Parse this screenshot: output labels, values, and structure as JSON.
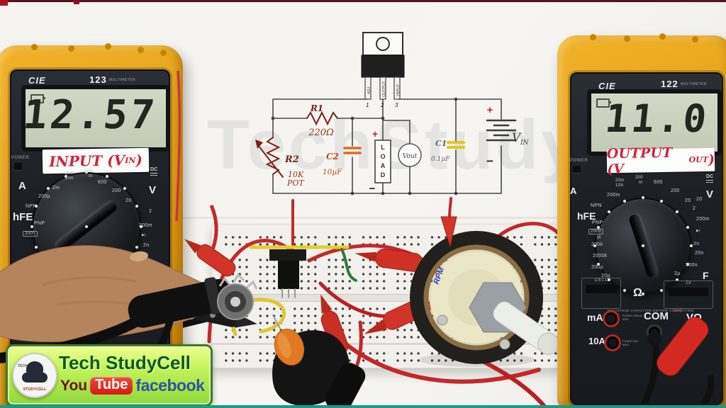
{
  "watermark": "TechStudy",
  "left_meter": {
    "brand": "CIE",
    "model": "123",
    "type": "MULTIMETER",
    "display": "12.57",
    "tag_pre": "INPUT (V",
    "tag_sub": "IN",
    "tag_post": ")",
    "power": "POWER",
    "dc": "DC",
    "amp": "A",
    "volt": "V",
    "hfe": "hFE",
    "dial": [
      "200µ",
      "2m",
      "20m",
      "10A",
      "200",
      "m",
      "600",
      "200",
      "20",
      "2",
      "200m",
      "▶|",
      "2n",
      "NPN",
      "PNP",
      "2000"
    ]
  },
  "right_meter": {
    "brand": "CIE",
    "model": "122",
    "type": "MULTIMETER",
    "display": "11.0",
    "tag_pre": "OUTPUT (V",
    "tag_sub": "OUT",
    "tag_post": ")",
    "power": "POWER",
    "dc": "DC",
    "amp": "A",
    "volt": "V",
    "hfe": "hFE",
    "farad": "F",
    "ohm": "Ω",
    "dial_top": [
      "20m",
      "10A",
      "200",
      "m",
      "600",
      "200",
      "20"
    ],
    "dial_left": [
      "200m",
      "NPN",
      "PNP",
      "2000",
      "M",
      "200k",
      "2000k",
      "200µ",
      "20µ"
    ],
    "dial_right": [
      "20",
      "2",
      "200m",
      "▶|",
      "2n",
      "20n",
      "200n",
      "2µ"
    ],
    "ebce": "E B C E",
    "cx": "Cx",
    "warning": "DISCHARGE CAPACITOR BEFORE CONNECTING",
    "jacks": {
      "ma": "mA",
      "a10": "10A",
      "com": "COM",
      "cat": "CAT",
      "vohm": "VΩ"
    },
    "fuse1": "FUSED 200mA MAX",
    "fuse2": "FUSED 10A MAX"
  },
  "diagram": {
    "r1": "R1",
    "r1_val": "220Ω",
    "r2": "R2",
    "r2_val1": "10K",
    "r2_val2": "POT",
    "c2": "C2",
    "c2_val": "10µF",
    "c1": "C1",
    "c1_val": "0.1µF",
    "load": [
      "L",
      "O",
      "A",
      "D"
    ],
    "load_plus": "+",
    "load_minus": "−",
    "vout": "Vout",
    "vin_v": "V",
    "vin_sub": "IN",
    "bat_plus": "+",
    "bat_minus": "−",
    "pins": {
      "n1": "1",
      "n2": "2",
      "n3": "3",
      "adj": "ADJ",
      "out": "OUTPUT",
      "inp": "INPUT"
    }
  },
  "motor": {
    "label": "RPM"
  },
  "banner": {
    "title": "Tech StudyCell",
    "you": "You",
    "tube": "Tube",
    "facebook": "facebook",
    "badge_top": "TECH",
    "badge_bottom": "STUDYCELL"
  }
}
